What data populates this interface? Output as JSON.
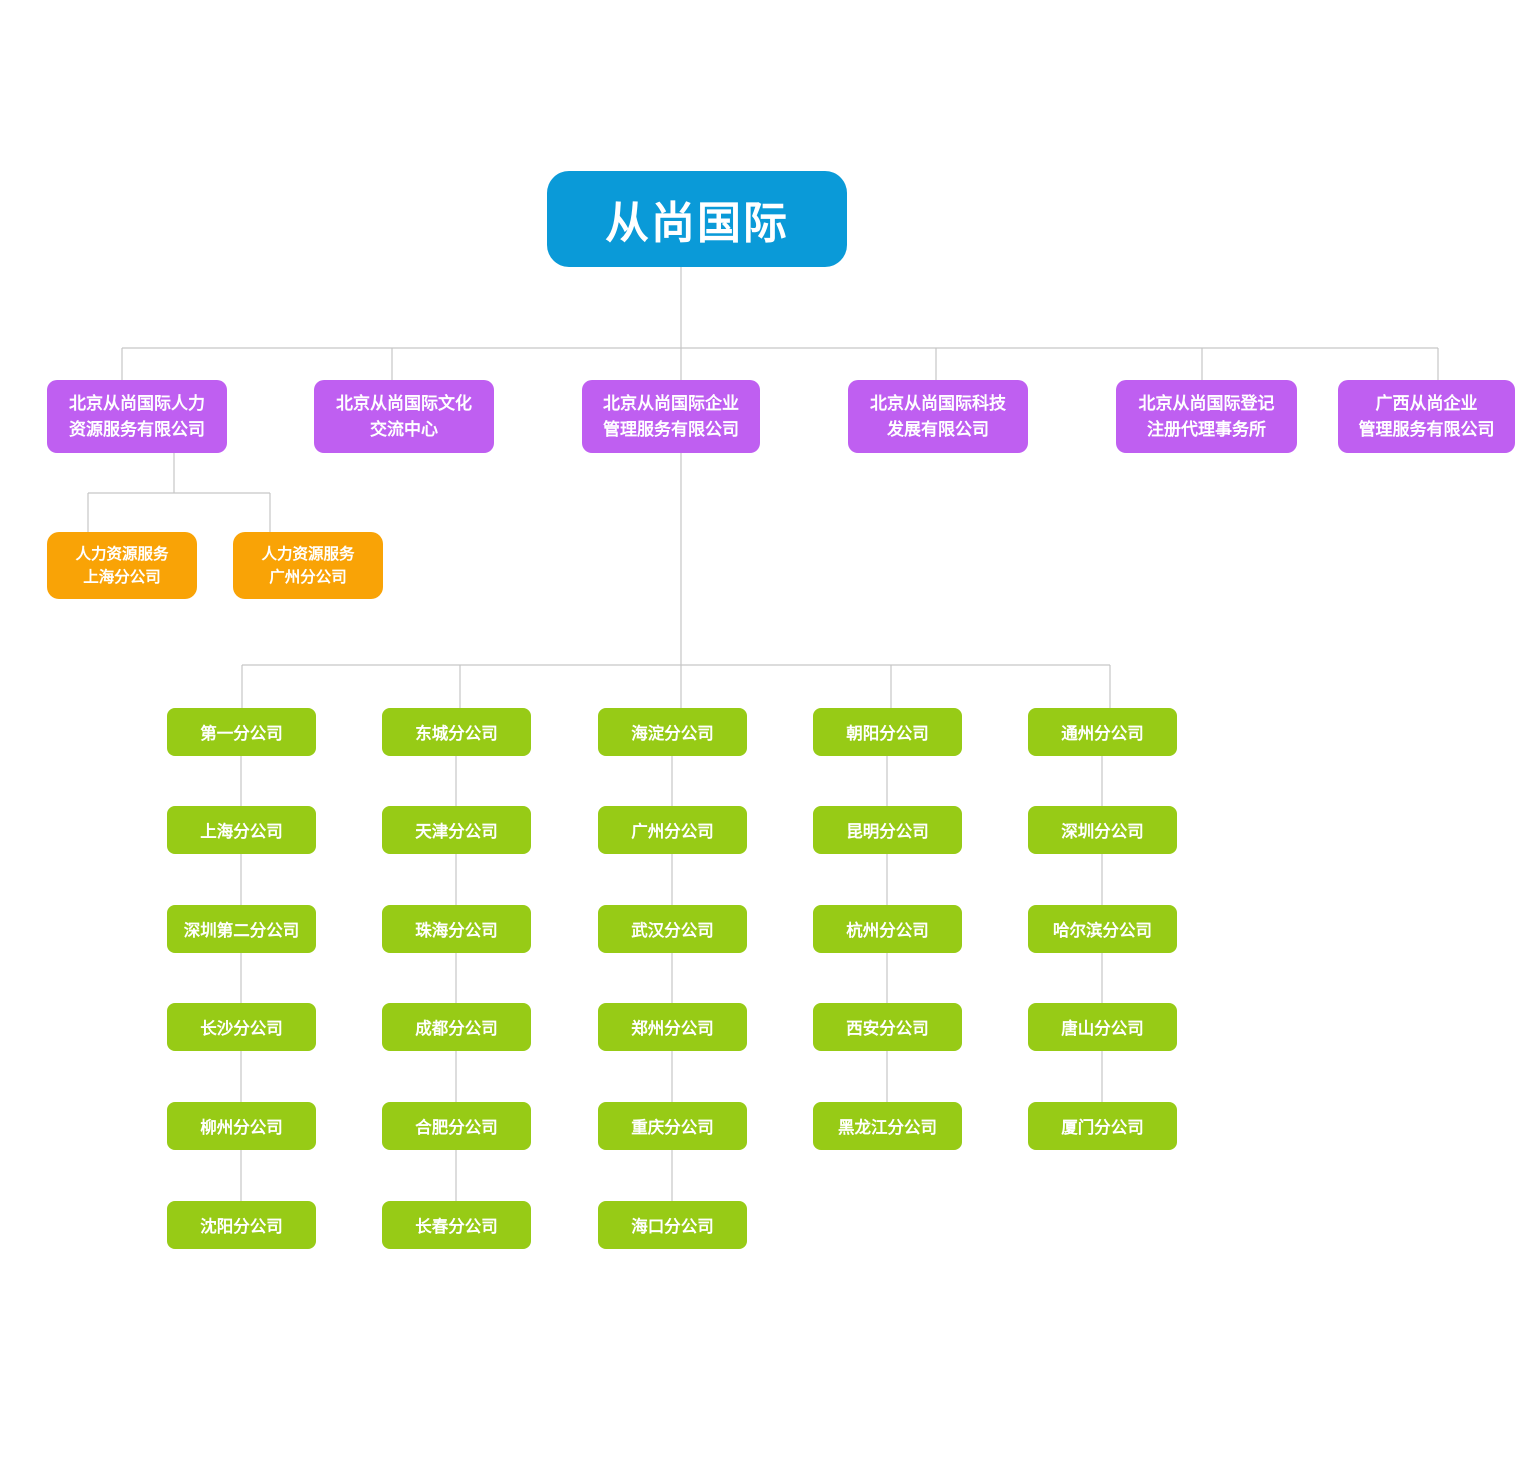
{
  "chart": {
    "type": "org-chart",
    "root": {
      "label": "从尚国际"
    },
    "subsidiaries": [
      {
        "label": "北京从尚国际人力\n资源服务有限公司"
      },
      {
        "label": "北京从尚国际文化\n交流中心"
      },
      {
        "label": "北京从尚国际企业\n管理服务有限公司"
      },
      {
        "label": "北京从尚国际科技\n发展有限公司"
      },
      {
        "label": "北京从尚国际登记\n注册代理事务所"
      },
      {
        "label": "广西从尚企业\n管理服务有限公司"
      }
    ],
    "hr_branches": [
      {
        "label": "人力资源服务\n上海分公司"
      },
      {
        "label": "人力资源服务\n广州分公司"
      }
    ],
    "branch_columns": [
      {
        "branches": [
          "第一分公司",
          "上海分公司",
          "深圳第二分公司",
          "长沙分公司",
          "柳州分公司",
          "沈阳分公司"
        ]
      },
      {
        "branches": [
          "东城分公司",
          "天津分公司",
          "珠海分公司",
          "成都分公司",
          "合肥分公司",
          "长春分公司"
        ]
      },
      {
        "branches": [
          "海淀分公司",
          "广州分公司",
          "武汉分公司",
          "郑州分公司",
          "重庆分公司",
          "海口分公司"
        ]
      },
      {
        "branches": [
          "朝阳分公司",
          "昆明分公司",
          "杭州分公司",
          "西安分公司",
          "黑龙江分公司"
        ]
      },
      {
        "branches": [
          "通州分公司",
          "深圳分公司",
          "哈尔滨分公司",
          "唐山分公司",
          "厦门分公司"
        ]
      }
    ],
    "colors": {
      "root": "#0A9AD8",
      "subsidiary": "#BF5FF1",
      "hr_branch": "#F9A306",
      "branch": "#97CB16",
      "connector": "#C6C6C6"
    }
  }
}
